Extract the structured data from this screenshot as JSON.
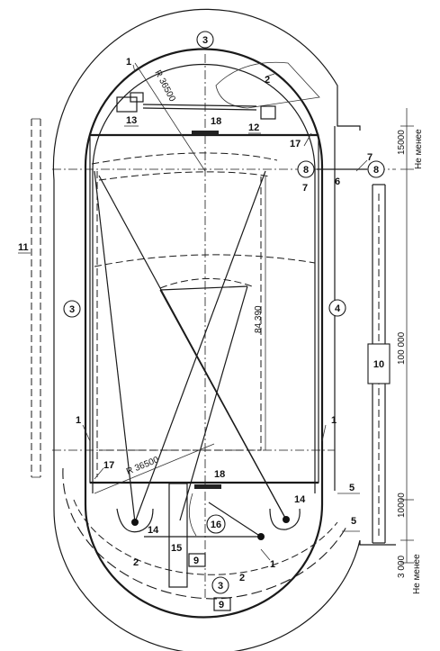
{
  "labels": {
    "n1": "1",
    "n2": "2",
    "n3": "3",
    "n4": "4",
    "n5": "5",
    "n6": "6",
    "n7": "7",
    "n8": "8",
    "n9": "9",
    "n10": "10",
    "n11": "11",
    "n12": "12",
    "n13": "13",
    "n14": "14",
    "n15": "15",
    "n16": "16",
    "n17": "17",
    "n18": "18"
  },
  "dimensions": {
    "radius_top": "R 36500",
    "radius_bottom": "R 36500",
    "length_inner": "84 390",
    "right_15000": "15000",
    "right_100000": "100 000",
    "right_10000": "10000",
    "right_3000": "3 000",
    "not_less_top": "Не менее",
    "not_less_bottom": "Не менее"
  }
}
